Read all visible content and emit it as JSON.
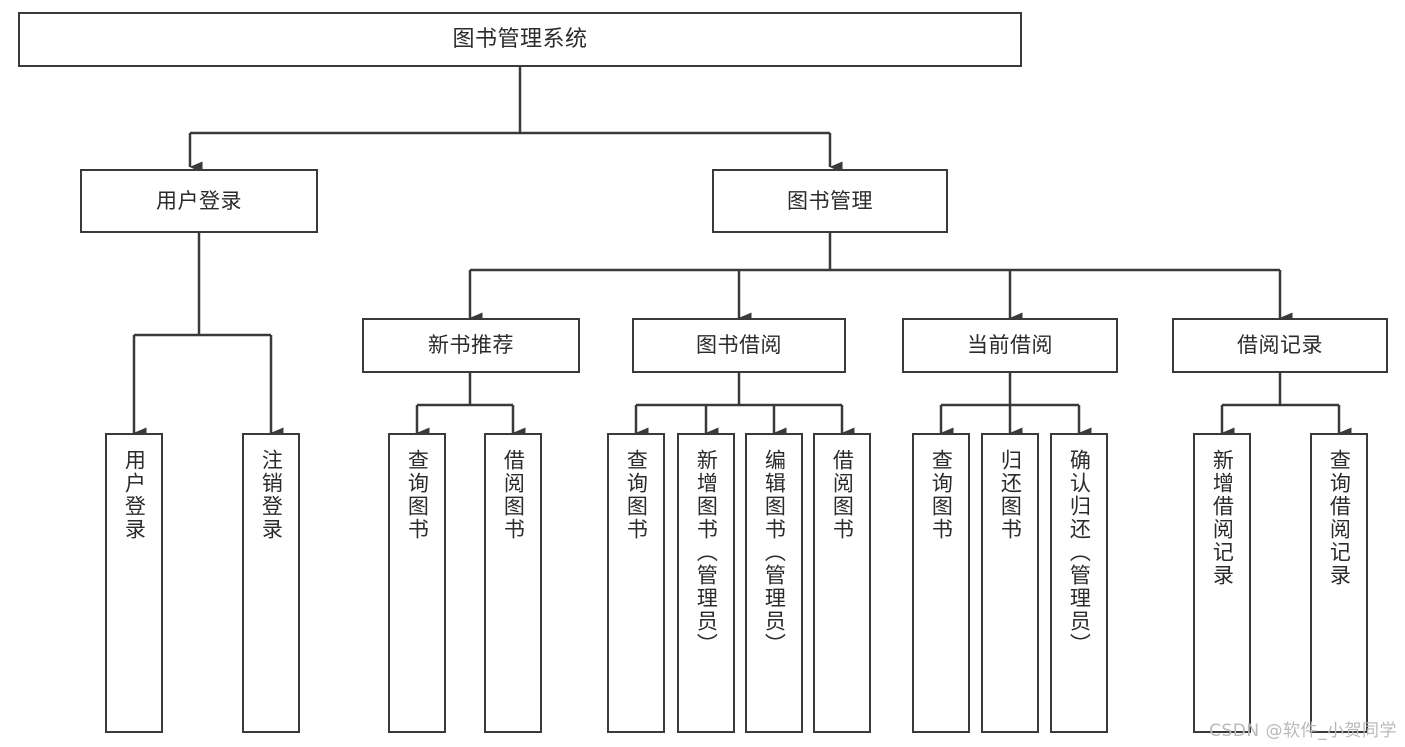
{
  "diagram": {
    "title": "图书管理系统",
    "type": "tree-hierarchy-chart",
    "watermark": "CSDN @软件_小贺同学",
    "colors": {
      "stroke": "#3a3a3a",
      "fill": "#ffffff",
      "text": "#2b2b2b",
      "watermark": "#b9b9b9"
    },
    "root": {
      "label": "图书管理系统"
    },
    "level2": [
      {
        "label": "用户登录"
      },
      {
        "label": "图书管理"
      }
    ],
    "level3": [
      {
        "label": "新书推荐"
      },
      {
        "label": "图书借阅"
      },
      {
        "label": "当前借阅"
      },
      {
        "label": "借阅记录"
      }
    ],
    "leaves_user_login": [
      {
        "label": "用户登录"
      },
      {
        "label": "注销登录"
      }
    ],
    "leaves_new_book": [
      {
        "label": "查询图书"
      },
      {
        "label": "借阅图书"
      }
    ],
    "leaves_borrow": [
      {
        "label": "查询图书"
      },
      {
        "label": "新增图书（管理员）"
      },
      {
        "label": "编辑图书（管理员）"
      },
      {
        "label": "借阅图书"
      }
    ],
    "leaves_current": [
      {
        "label": "查询图书"
      },
      {
        "label": "归还图书"
      },
      {
        "label": "确认归还（管理员）"
      }
    ],
    "leaves_records": [
      {
        "label": "新增借阅记录"
      },
      {
        "label": "查询借阅记录"
      }
    ]
  }
}
